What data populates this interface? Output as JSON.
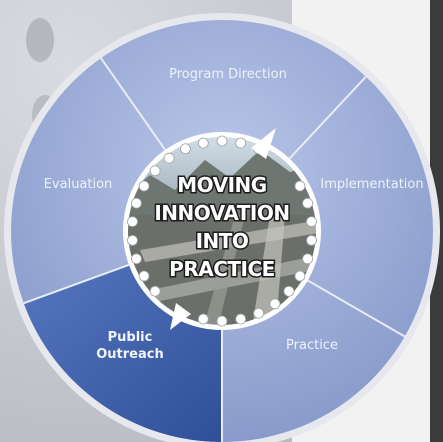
{
  "diagram": {
    "segments": [
      {
        "id": "program-direction",
        "label": [
          "Program Direction"
        ]
      },
      {
        "id": "implementation",
        "label": [
          "Implementation"
        ]
      },
      {
        "id": "practice",
        "label": [
          "Practice"
        ]
      },
      {
        "id": "public-outreach",
        "label": [
          "Public",
          "Outreach"
        ]
      },
      {
        "id": "evaluation",
        "label": [
          "Evaluation"
        ]
      }
    ],
    "center": {
      "lines": [
        "MOVING",
        "INNOVATION",
        "INTO",
        "PRACTICE"
      ]
    },
    "colors": {
      "ring": "#8fa0cf",
      "ring_light": "#b4c2e6",
      "highlight_segment": "#3f61ad",
      "rim": "#d9dde6",
      "background": "#c9ccd3",
      "right_panel": "#f2f2f2",
      "right_shadow": "#3b3b3b"
    }
  }
}
